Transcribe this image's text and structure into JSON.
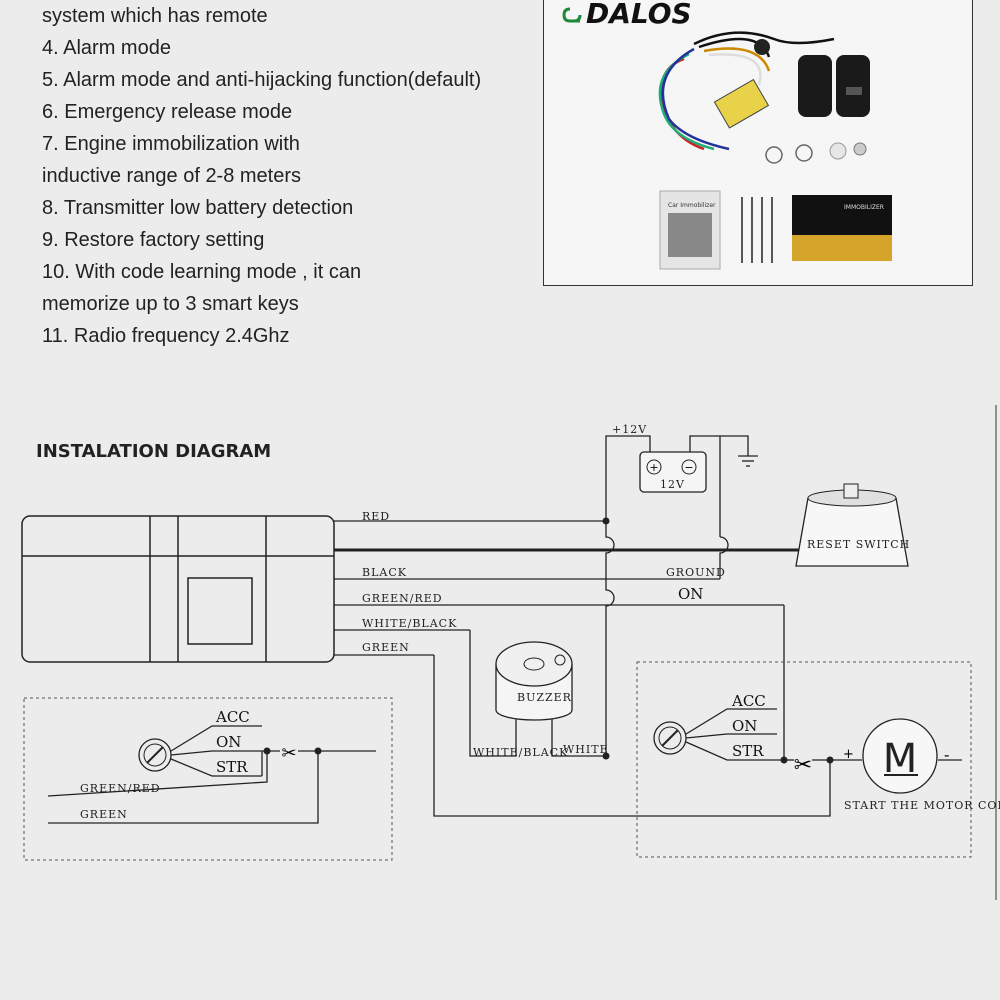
{
  "features": [
    "system which has remote",
    "4. Alarm mode",
    "5. Alarm mode and anti-hijacking function(default)",
    "6. Emergency release mode",
    "7. Engine immobilization with",
    "inductive range of 2-8 meters",
    "8. Transmitter low battery detection",
    "9. Restore factory setting",
    "10. With code learning mode , it can",
    "memorize up to 3 smart keys",
    "11. Radio frequency 2.4Ghz"
  ],
  "product": {
    "brand": "DALOS",
    "manual_title": "Car Immobilizer",
    "box_title": "IMMOBILIZER"
  },
  "diagram": {
    "title": "INSTALATION DIAGRAM",
    "battery_supply": "+12V",
    "battery_label": "12V",
    "wires": {
      "red": "RED",
      "black": "BLACK",
      "green_red": "GREEN/RED",
      "white_black": "WHITE/BLACK",
      "green": "GREEN",
      "ground": "GROUND",
      "on": "ON",
      "white": "WHITE",
      "white_black_small": "WHITE/BLACK"
    },
    "reset_switch": "RESET SWITCH",
    "buzzer": "BUZZER",
    "ignition_left": {
      "acc": "ACC",
      "on": "ON",
      "str": "STR",
      "green_red": "GREEN/RED",
      "green": "GREEN"
    },
    "ignition_right": {
      "acc": "ACC",
      "on": "ON",
      "str": "STR"
    },
    "motor": {
      "symbol": "M",
      "plus": "+",
      "minus": "-",
      "caption": "START THE MOTOR COIL"
    }
  },
  "colors": {
    "background": "#ececec",
    "brand_green": "#1f8a3a",
    "line": "#222222"
  }
}
